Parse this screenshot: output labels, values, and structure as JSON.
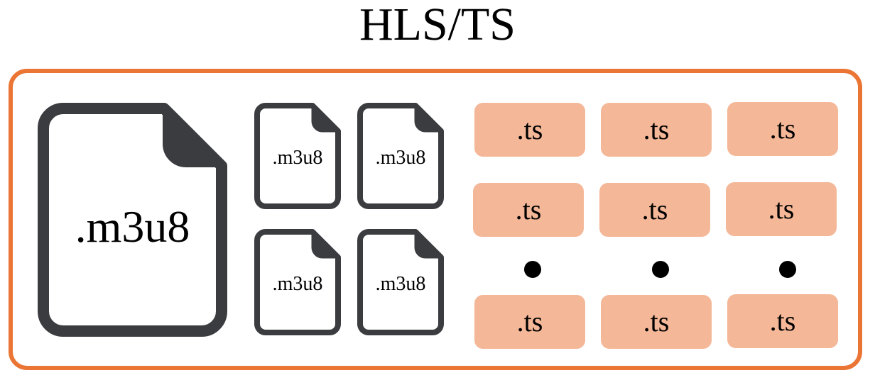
{
  "title": "HLS/TS",
  "colors": {
    "frame": "#ea7534",
    "ts_fill": "#f4b797",
    "file_icon": "#3b3c40"
  },
  "master_playlist": {
    "label": ".m3u8",
    "icon": "file-icon"
  },
  "media_playlists": [
    {
      "label": ".m3u8",
      "icon": "file-icon"
    },
    {
      "label": ".m3u8",
      "icon": "file-icon"
    },
    {
      "label": ".m3u8",
      "icon": "file-icon"
    },
    {
      "label": ".m3u8",
      "icon": "file-icon"
    }
  ],
  "segments": {
    "row1": [
      ".ts",
      ".ts",
      ".ts"
    ],
    "row2": [
      ".ts",
      ".ts",
      ".ts"
    ],
    "row_last": [
      ".ts",
      ".ts",
      ".ts"
    ]
  }
}
